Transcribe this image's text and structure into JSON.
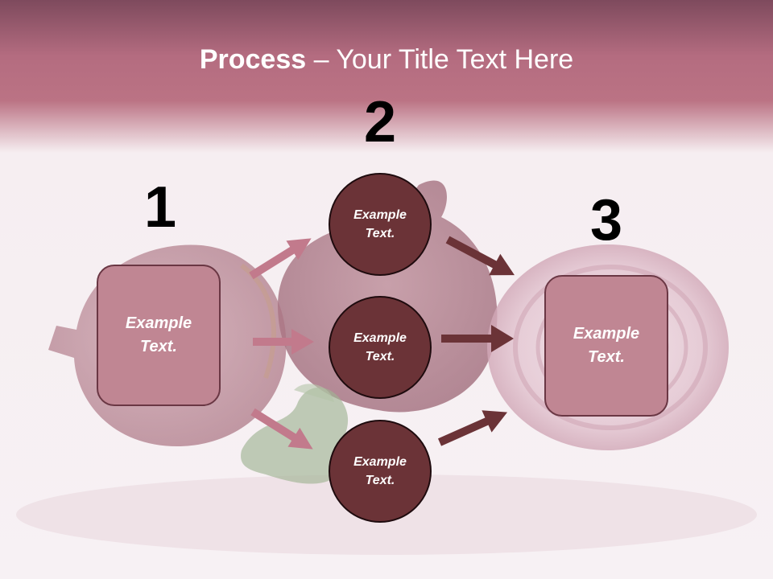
{
  "title": {
    "bold": "Process",
    "rest": " – Your Title Text Here"
  },
  "steps": [
    {
      "number": "1",
      "text": "Example Text."
    },
    {
      "number": "2",
      "items": [
        {
          "text": "Example Text."
        },
        {
          "text": "Example Text."
        },
        {
          "text": "Example Text."
        }
      ]
    },
    {
      "number": "3",
      "text": "Example Text."
    }
  ],
  "colors": {
    "header": "#b46c80",
    "box_fill": "#c08693",
    "circle_fill": "#6b3337",
    "arrow_light": "#c27a8c",
    "arrow_dark": "#6b3337"
  }
}
